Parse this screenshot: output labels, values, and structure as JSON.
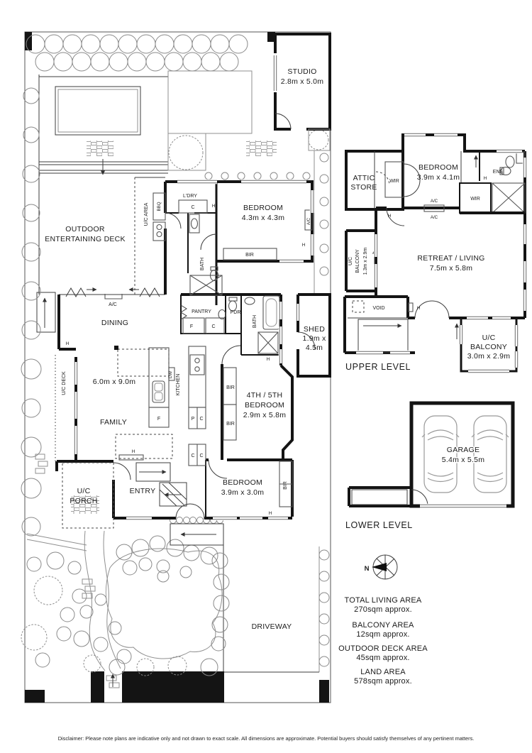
{
  "disclaimer": "Disclaimer: Please note plans are indicative only and not drawn to exact scale. All dimensions are approximate. Potential buyers should satisfy themselves of any pertinent matters.",
  "compass": {
    "north": "N"
  },
  "summary": {
    "total_living_label": "TOTAL LIVING AREA",
    "total_living_value": "270sqm approx.",
    "balcony_label": "BALCONY AREA",
    "balcony_value": "12sqm approx.",
    "outdoor_deck_label": "OUTDOOR DECK AREA",
    "outdoor_deck_value": "45sqm approx.",
    "land_label": "LAND AREA",
    "land_value": "578sqm approx."
  },
  "ground": {
    "studio_name": "STUDIO",
    "studio_dims": "2.8m x 5.0m",
    "outdoor_deck_line1": "OUTDOOR",
    "outdoor_deck_line2": "ENTERTAINING DECK",
    "uc_area": "U/C AREA",
    "bbq": "BBQ",
    "laundry": "L'DRY",
    "bedroom1_name": "BEDROOM",
    "bedroom1_dims": "4.3m x 4.3m",
    "bir": "BIR",
    "bath": "BATH",
    "ac": "A/C",
    "dining": "DINING",
    "pantry": "PANTRY",
    "pdr": "PDR",
    "shed_name": "SHED",
    "shed_dims_line1": "1.9m x",
    "shed_dims_line2": "4.5m",
    "uc_deck": "U/C DECK",
    "living_dims": "6.0m x 9.0m",
    "kitchen": "KITCHEN",
    "dw": "DW",
    "fridge": "F",
    "cupboard": "C",
    "pantry_p": "P",
    "bedroom45_line1": "4TH / 5TH",
    "bedroom45_line2": "BEDROOM",
    "bedroom45_dims": "2.9m x 5.8m",
    "family": "FAMILY",
    "bedroom3_name": "BEDROOM",
    "bedroom3_dims": "3.9m x 3.0m",
    "uc_porch_line1": "U/C",
    "uc_porch_line2": "PORCH",
    "entry": "ENTRY",
    "driveway": "DRIVEWAY",
    "h": "H"
  },
  "upper": {
    "title": "UPPER LEVEL",
    "attic_line1": "ATTIC",
    "attic_line2": "STORE",
    "wir": "WIR",
    "bedroom_name": "BEDROOM",
    "bedroom_dims": "3.9m x 4.1m",
    "ens": "ENS",
    "ac": "A/C",
    "uc_balcony1_line1": "U/C",
    "uc_balcony1_line2": "BALCONY",
    "uc_balcony1_dims": "1.3m x 2.9m",
    "retreat_name": "RETREAT / LIVING",
    "retreat_dims": "7.5m x 5.8m",
    "void": "VOID",
    "uc_balcony2_line1": "U/C",
    "uc_balcony2_line2": "BALCONY",
    "uc_balcony2_dims": "3.0m x 2.9m",
    "h": "H"
  },
  "lower": {
    "title": "LOWER LEVEL",
    "garage_name": "GARAGE",
    "garage_dims": "5.4m x 5.5m"
  }
}
